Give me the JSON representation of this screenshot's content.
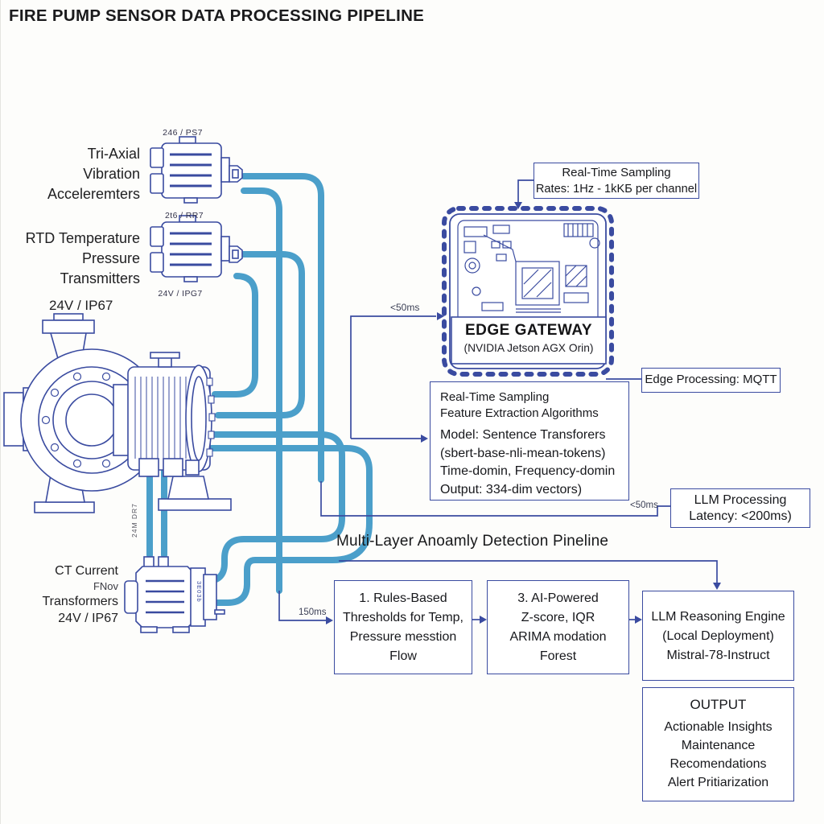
{
  "title": "FIRE PUMP SENSOR DATA PROCESSING PIPELINE",
  "colors": {
    "outline_navy": "#3a4ba0",
    "pipe_blue": "#4b9fca",
    "text_dark": "#1c1c1e"
  },
  "sensor_accel": {
    "tag_top": "246 / PS7",
    "label_lines": [
      "Tri-Axial",
      "Vibration",
      "Acceleremters"
    ]
  },
  "sensor_rtd": {
    "tag_top": "2t6 / RR7",
    "tag_bottom": "24V / IPG7",
    "label_lines": [
      "RTD Temperature",
      "Pressure",
      "Transmitters"
    ]
  },
  "pump": {
    "voltage_label": "24V / IP67",
    "side_tag": "24M DR7"
  },
  "ct_transformer": {
    "label_lines": [
      "CT Current",
      "FNov",
      "Transformers",
      "24V / IP67"
    ],
    "plate_tag": "3E03b"
  },
  "sampling_box": {
    "lines": [
      "Real-Time Sampling",
      "Rates: 1Hz - 1kKБ per channel"
    ]
  },
  "gateway": {
    "title": "EDGE GATEWAY",
    "subtitle": "(NVIDIA Jetson AGX Orin)"
  },
  "mqtt_box": {
    "label": "Edge Processing: MQTT"
  },
  "feature_box": {
    "lines": [
      "Real-Time Sampling",
      "Feature Extraction Algorithms",
      "Model: Sentence Transforers",
      "(sbert-base-nli-mean-tokens)",
      "Time-domin, Frequency-domin",
      "Output: 334-dim vectors)"
    ]
  },
  "latency_box": {
    "lines": [
      "LLM Processing",
      "Latency: <200ms)"
    ]
  },
  "pipeline_heading": "Multi-Layer Anoamly Detection Pineline",
  "latency_labels": {
    "to_gateway": "<50ms",
    "to_llm": "<50ms",
    "to_rules": "150ms"
  },
  "rules_box": {
    "lines": [
      "1. Rules-Based",
      "Thresholds for Temp,",
      "Pressure messtion",
      "Flow"
    ]
  },
  "ai_box": {
    "lines": [
      "3. AI-Powered",
      "Z-score, IQR",
      "ARIMA modation",
      "Forest"
    ]
  },
  "llm_box": {
    "lines": [
      "LLM Reasoning Engine",
      "(Local Deployment)",
      "Mistral-78-Instruct"
    ]
  },
  "output_box": {
    "title": "OUTPUT",
    "lines": [
      "Actionable Insights",
      "Maintenance",
      "Recomendations",
      "Alert Pritiarization"
    ]
  }
}
